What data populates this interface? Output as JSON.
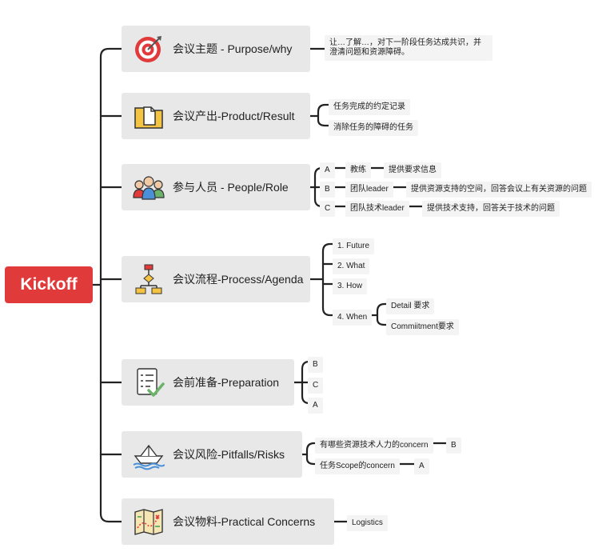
{
  "root": {
    "label": "Kickoff"
  },
  "branches": [
    {
      "label": "会议主题 - Purpose/why",
      "icon": "target-icon",
      "leaves": [
        "让…了解…，对下一阶段任务达成共识，并澄清问题和资源障碍。"
      ]
    },
    {
      "label": "会议产出-Product/Result",
      "icon": "folder-document-icon",
      "leaves": [
        "任务完成的约定记录",
        "消除任务的障碍的任务"
      ]
    },
    {
      "label": "参与人员 - People/Role",
      "icon": "people-icon",
      "rows": [
        {
          "key": "A",
          "role": "教练",
          "desc": "提供要求信息"
        },
        {
          "key": "B",
          "role": "团队leader",
          "desc": "提供资源支持的空间，回答会议上有关资源的问题"
        },
        {
          "key": "C",
          "role": "团队技术leader",
          "desc": "提供技术支持，回答关于技术的问题"
        }
      ]
    },
    {
      "label": "会议流程-Process/Agenda",
      "icon": "flowchart-icon",
      "steps": [
        "1. Future",
        "2. What",
        "3. How",
        "4. When"
      ],
      "when_children": [
        "Detail 要求",
        "Commiitment要求"
      ]
    },
    {
      "label": "会前准备-Preparation",
      "icon": "checklist-icon",
      "leaves": [
        "B",
        "C",
        "A"
      ]
    },
    {
      "label": "会议风险-Pitfalls/Risks",
      "icon": "paper-boat-icon",
      "risks": [
        {
          "text": "有哪些资源技术人力的concern",
          "tag": "B"
        },
        {
          "text": "任务Scope的concern",
          "tag": "A"
        }
      ]
    },
    {
      "label": "会议物料-Practical Concerns",
      "icon": "map-icon",
      "leaves": [
        "Logistics"
      ]
    }
  ],
  "colors": {
    "root": "#e03a3a",
    "branch_bg": "#e8e8e8",
    "leaf_bg": "#f4f4f4",
    "line": "#222222"
  }
}
